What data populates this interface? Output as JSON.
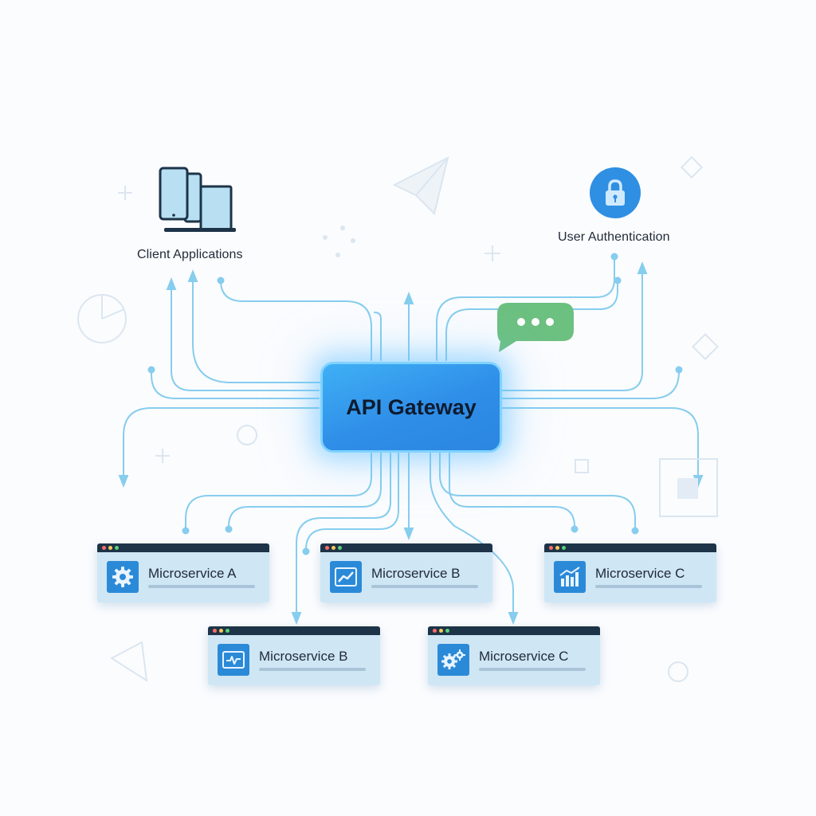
{
  "diagram": {
    "gateway": {
      "label": "API Gateway"
    },
    "clients": {
      "label": "Client Applications",
      "icon": "devices-icon"
    },
    "auth": {
      "label": "User Authentication",
      "icon": "lock-icon"
    },
    "chat": {
      "icon": "chat-bubble-icon"
    },
    "services": [
      {
        "label": "Microservice A",
        "icon": "gear-icon"
      },
      {
        "label": "Microservice B",
        "icon": "line-chart-icon"
      },
      {
        "label": "Microservice C",
        "icon": "bar-chart-icon"
      },
      {
        "label": "Microservice B",
        "icon": "pulse-icon"
      },
      {
        "label": "Microservice C",
        "icon": "gears-icon"
      }
    ]
  },
  "colors": {
    "wire": "#86cdee",
    "gateway": "#2f8ee8",
    "accent_green": "#6cc080",
    "window_bar": "#1d3448",
    "window_body": "#cfe6f5"
  }
}
